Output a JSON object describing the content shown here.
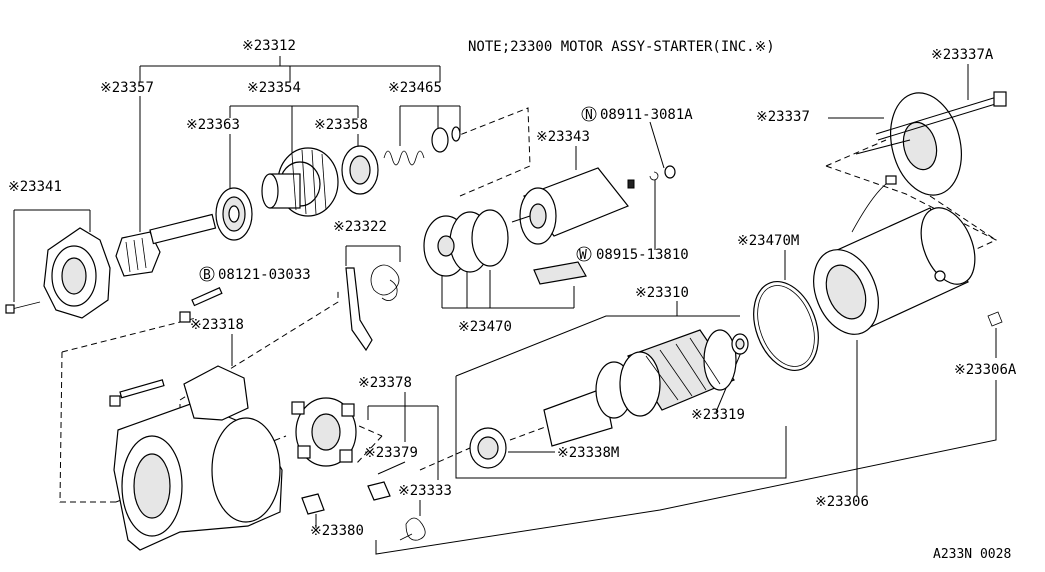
{
  "note": "NOTE;23300 MOTOR ASSY-STARTER(INC.※)",
  "diagram_code": "A233N 0028",
  "labels": {
    "p23312": "※23312",
    "p23357": "※23357",
    "p23354": "※23354",
    "p23465": "※23465",
    "p23363": "※23363",
    "p23358": "※23358",
    "p23341": "※23341",
    "p23343": "※23343",
    "p23322": "※23322",
    "p23318": "※23318",
    "p23470": "※23470",
    "p23310": "※23310",
    "p23378": "※23378",
    "p23379": "※23379",
    "p23333": "※23333",
    "p23380": "※23380",
    "p23338M": "※23338M",
    "p23319": "※23319",
    "p23470M": "※23470M",
    "p23306": "※23306",
    "p23306A": "※23306A",
    "p23337": "※23337",
    "p23337A": "※23337A",
    "bolt_code": "08121-03033",
    "bolt_prefix": "B",
    "nut_code": "08911-3081A",
    "nut_prefix": "N",
    "washer_code": "08915-13810",
    "washer_prefix": "W"
  }
}
